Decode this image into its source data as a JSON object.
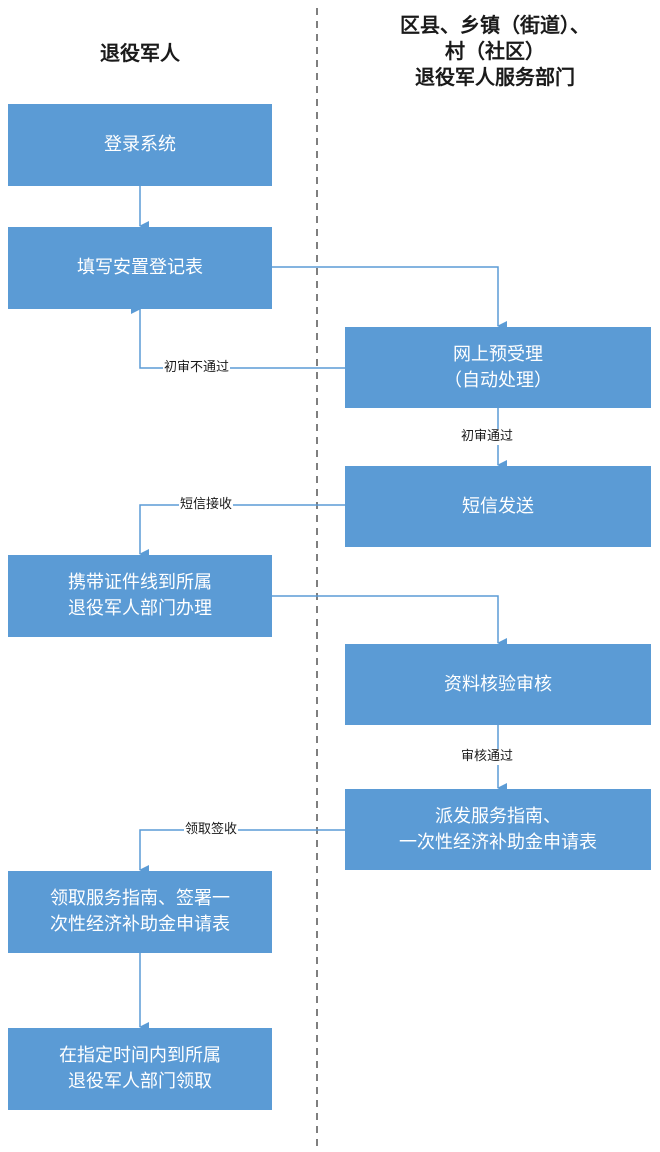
{
  "lanes": {
    "left_title": "退役军人",
    "right_title": "区县、乡镇（街道）、\n村（社区）\n退役军人服务部门"
  },
  "nodes": {
    "login": "登录系统",
    "fill_form": "填写安置登记表",
    "online_pre": "网上预受理\n（自动处理）",
    "sms_send": "短信发送",
    "bring_docs": "携带证件线到所属\n退役军人部门办理",
    "verify": "资料核验审核",
    "issue": "派发服务指南、\n一次性经济补助金申请表",
    "receive_sign": "领取服务指南、签署一\n次性经济补助金申请表",
    "collect": "在指定时间内到所属\n退役军人部门领取"
  },
  "edges": {
    "initial_fail": "初审不通过",
    "initial_pass": "初审通过",
    "sms_receive": "短信接收",
    "review_pass": "审核通过",
    "receive_sign": "领取签收"
  },
  "colors": {
    "box_fill": "#5b9bd5",
    "box_text": "#ffffff",
    "connector": "#5b9bd5",
    "divider": "#555555"
  }
}
